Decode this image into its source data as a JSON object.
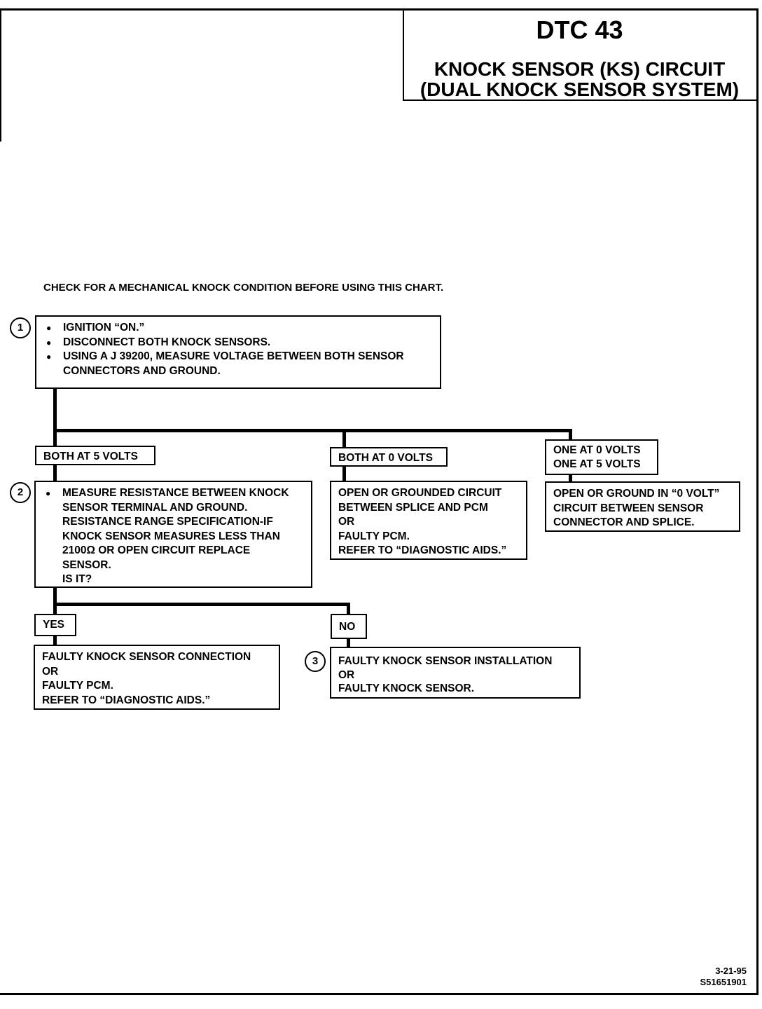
{
  "header": {
    "dtc": "DTC 43",
    "title_line1": "KNOCK SENSOR (KS) CIRCUIT",
    "title_line2": "(DUAL KNOCK SENSOR SYSTEM)"
  },
  "intro": "CHECK FOR A MECHANICAL KNOCK CONDITION BEFORE USING THIS CHART.",
  "step1": {
    "number": "1",
    "bullets": [
      "IGNITION “ON.”",
      "DISCONNECT BOTH KNOCK SENSORS.",
      "USING A J 39200, MEASURE VOLTAGE BETWEEN BOTH SENSOR CONNECTORS AND GROUND."
    ]
  },
  "branches": {
    "both5": "BOTH AT 5 VOLTS",
    "both0": "BOTH AT 0 VOLTS",
    "one0": "ONE AT 0 VOLTS",
    "one5": "ONE AT 5 VOLTS"
  },
  "step2": {
    "number": "2",
    "lines": [
      "MEASURE RESISTANCE BETWEEN KNOCK",
      "SENSOR TERMINAL AND GROUND.",
      "RESISTANCE RANGE SPECIFICATION-IF",
      "KNOCK SENSOR MEASURES LESS THAN",
      "2100Ω OR OPEN CIRCUIT REPLACE",
      "SENSOR.",
      "IS IT?"
    ]
  },
  "result_both0": [
    "OPEN OR GROUNDED CIRCUIT",
    "BETWEEN SPLICE AND PCM",
    "OR",
    "FAULTY PCM.",
    "REFER TO “DIAGNOSTIC AIDS.”"
  ],
  "result_one": [
    "OPEN OR GROUND IN “0 VOLT”",
    "CIRCUIT BETWEEN SENSOR",
    "CONNECTOR AND SPLICE."
  ],
  "answers": {
    "yes": "YES",
    "no": "NO"
  },
  "result_yes": [
    "FAULTY KNOCK SENSOR CONNECTION",
    "OR",
    "FAULTY PCM.",
    "REFER TO “DIAGNOSTIC AIDS.”"
  ],
  "step3": {
    "number": "3",
    "lines": [
      "FAULTY KNOCK SENSOR INSTALLATION",
      "OR",
      "FAULTY KNOCK SENSOR."
    ]
  },
  "footer": {
    "date": "3-21-95",
    "code": "S51651901"
  }
}
